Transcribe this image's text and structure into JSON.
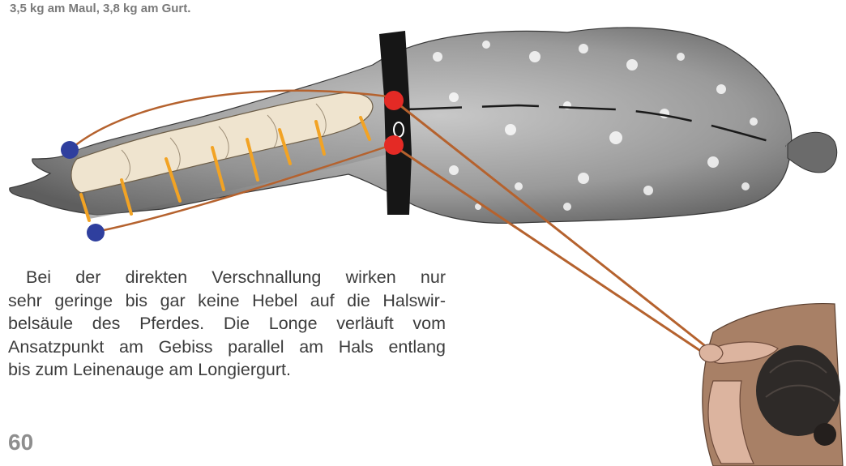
{
  "caption": "3,5 kg am Maul, 3,8 kg am Gurt.",
  "paragraph": {
    "lines": [
      "Bei der direkten Verschnallung wirken nur",
      "sehr geringe bis gar keine Hebel auf die Halswir-",
      "belsäule des Pferdes. Die Longe verläuft vom",
      "Ansatzpunkt am Gebiss parallel am Hals entlang",
      "bis zum Leinenauge am Longiergurt."
    ]
  },
  "page_number": "60",
  "colors": {
    "horse_fill": "#9a9a9a",
    "girth": "#161616",
    "longe": "#b5622e",
    "spine_bone": "#efe4cf",
    "spine_strut": "#f2a324",
    "attachment_red": "#e42a25",
    "attachment_blue": "#2f3f9e",
    "rider_skin": "#dcb49f",
    "rider_shirt": "#a88066",
    "rider_hair": "#2e2a28"
  },
  "icons": [
    "horse-top-view-illustration",
    "rider-top-view-illustration"
  ]
}
